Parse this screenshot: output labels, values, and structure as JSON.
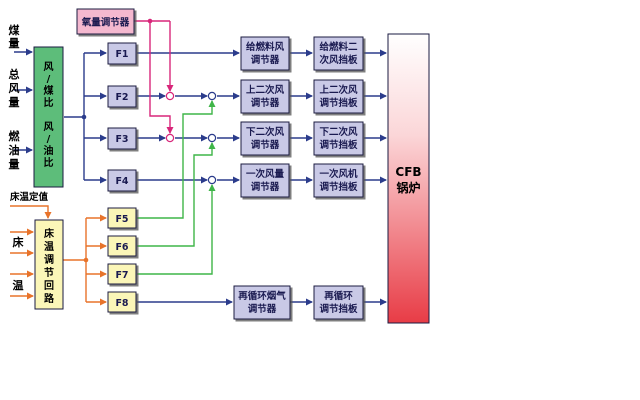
{
  "colors": {
    "blue": "#2b3c8c",
    "orange": "#e8732a",
    "green": "#3fb548",
    "magenta": "#d8267a",
    "box_lavender": "#c9c9e6",
    "box_yellow": "#fbf6b8",
    "box_green": "#5dbd7a",
    "box_pink": "#f4b8cf",
    "cfb_top": "#ffffff",
    "cfb_bottom": "#e83c46"
  },
  "inputs": {
    "coal": [
      "煤",
      "量"
    ],
    "total_air": [
      "总",
      "风",
      "量"
    ],
    "fuel_oil": [
      "燃",
      "油",
      "量"
    ],
    "bed_temp_setpoint": "床温定值",
    "bed_temp": [
      "床",
      "温"
    ]
  },
  "ratio_block": [
    "风",
    "/",
    "煤",
    "比",
    "",
    "风",
    "/",
    "油",
    "比"
  ],
  "bed_temp_block": [
    "床",
    "温",
    "调",
    "节",
    "回",
    "路"
  ],
  "oxygen_regulator": "氧量调节器",
  "function_blocks": [
    "F1",
    "F2",
    "F3",
    "F4",
    "F5",
    "F6",
    "F7",
    "F8"
  ],
  "regulators": [
    [
      "给燃料风",
      "调节器"
    ],
    [
      "上二次风",
      "调节器"
    ],
    [
      "下二次风",
      "调节器"
    ],
    [
      "一次风量",
      "调节器"
    ],
    [
      "再循环烟气",
      "调节器"
    ]
  ],
  "dampers": [
    [
      "给燃料二",
      "次风挡板"
    ],
    [
      "上二次风",
      "调节挡板"
    ],
    [
      "下二次风",
      "调节挡板"
    ],
    [
      "一次风机",
      "调节挡板"
    ],
    [
      "再循环",
      "调节挡板"
    ]
  ],
  "boiler": [
    "CFB",
    "锅炉"
  ]
}
